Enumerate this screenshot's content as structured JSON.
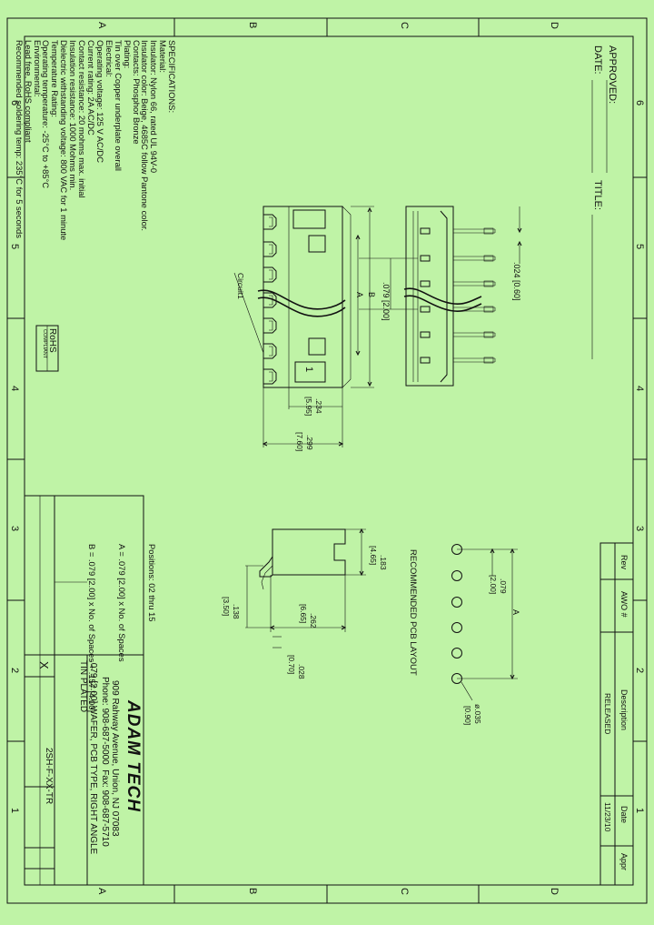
{
  "border": {
    "top_letters": [
      "A",
      "B",
      "C",
      "D"
    ],
    "bottom_letters": [
      "A",
      "B",
      "C",
      "D"
    ],
    "left_numbers": [
      "6",
      "5",
      "4",
      "3",
      "2",
      "1"
    ],
    "right_numbers": [
      "6",
      "5",
      "4",
      "3",
      "2",
      "1"
    ]
  },
  "approval": {
    "approved_label": "APPROVED:",
    "date_label": "DATE:",
    "title_label": "TITLE:"
  },
  "specs": {
    "lines": [
      "SPECIFICATIONS:",
      "Material:",
      "Insulator: Nylon 66, rated UL 94V-0",
      "Insulator color: Beige, 4685C follow Pantone color.",
      "Contacts: Phosphor Bronze",
      "Plating:",
      "Tin over Copper underplate overall",
      "Electrical:",
      "Operating voltage: 125 V AC/DC",
      "Current rating: 2A AC/DC",
      "Contact resistance: 20 mohms max. initial",
      "Insulation resistance: 1000 Mohms min.",
      "Dielectric withstanding voltage: 800 VAC for 1 minute",
      "Temperature Rating:",
      "Operating temperature: -25°C to +85°C",
      "Environmental:",
      "Lead free, RoHS compliant",
      "Recommended soldering temp: 235°C for 5 seconds"
    ]
  },
  "rohs": {
    "line1": "RoHS",
    "line2": "COMPLIANT"
  },
  "dims": {
    "pitch_inch": ".079",
    "pitch_mm": "[2.00]",
    "pin_inch": ".024",
    "pin_mm": "[0.60]",
    "w1_inch": ".234",
    "w1_mm": "[5.95]",
    "w2_inch": ".299",
    "w2_mm": "[7.60]",
    "a_label": "A",
    "b_label": "B",
    "circuit_label": "Circuit1",
    "pos1_label": "1",
    "side_183": ".183",
    "side_183_mm": "[4.65]",
    "side_262": ".262",
    "side_262_mm": "[6.65]",
    "side_138": ".138",
    "side_138_mm": "[3.50]",
    "side_028": ".028",
    "side_028_mm": "[0.70]",
    "pcb_title": "RECOMMENDED PCB LAYOUT",
    "pcb_a": "A",
    "pcb_pitch": ".079",
    "pcb_pitch_mm": "[2.00]",
    "pcb_hole": "ø.035",
    "pcb_hole_mm": "[0.90]"
  },
  "notes": {
    "positions": "Positions: 02 thru 15",
    "a_formula": "A = .079 [2.00] x No. of Spaces",
    "b_formula": "B = .079 [2.00] x No. of Spaces + .157 [4.00]"
  },
  "revision": {
    "headers": [
      "Rev",
      "AWO #",
      "Description",
      "Date",
      "Appr"
    ],
    "description": "RELEASED",
    "date": "11/23/10"
  },
  "titleblock": {
    "company": "ADAM TECH",
    "address": "909 Rahway Avenue, Union, NJ 07083",
    "phone": "Phone: 908-687-5000  Fax: 908-687-5710",
    "desc1": ".079 [2.00] WAFER, PCB TYPE, RIGHT ANGLE",
    "desc2": "TIN PLATED",
    "part_number": "2SH-F-XX-TR",
    "x_mark": "X"
  }
}
